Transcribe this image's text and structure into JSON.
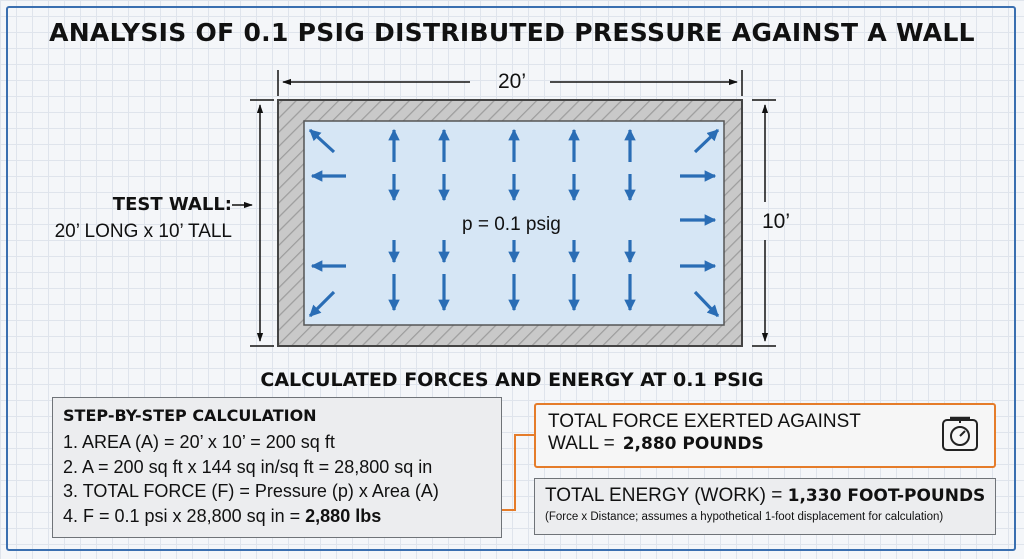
{
  "title": "ANALYSIS OF 0.1 PSIG DISTRIBUTED PRESSURE AGAINST A WALL",
  "dimensions": {
    "width": "20’",
    "height": "10’"
  },
  "wall_label": {
    "line1": "TEST WALL:",
    "line2": "20’ LONG x 10’ TALL"
  },
  "pressure_label": "p = 0.1 psig",
  "subtitle": "CALCULATED FORCES AND ENERGY AT 0.1 PSIG",
  "steps": {
    "heading": "STEP-BY-STEP CALCULATION",
    "line1": "1. AREA (A) = 20’ x 10’ = 200 sq ft",
    "line2": "2. A = 200 sq ft x 144 sq in/sq ft = 28,800 sq in",
    "line3": "3. TOTAL FORCE (F) = Pressure (p) x Area (A)",
    "line4_prefix": "4. F = 0.1 psi x 28,800 sq in = ",
    "line4_result": "2,880 lbs"
  },
  "force": {
    "line1": "TOTAL FORCE EXERTED AGAINST",
    "line2_prefix": "WALL =",
    "value": "2,880 POUNDS",
    "icon": "scale-icon"
  },
  "energy": {
    "prefix": "TOTAL ENERGY (WORK) = ",
    "value": "1,330 FOOT-POUNDS",
    "note": "(Force x Distance; assumes a hypothetical 1-foot displacement for calculation)"
  },
  "colors": {
    "arrow": "#2a6db5",
    "accent": "#e57c2a",
    "frame": "#3a6fb0",
    "interior": "#d6e6f5"
  }
}
